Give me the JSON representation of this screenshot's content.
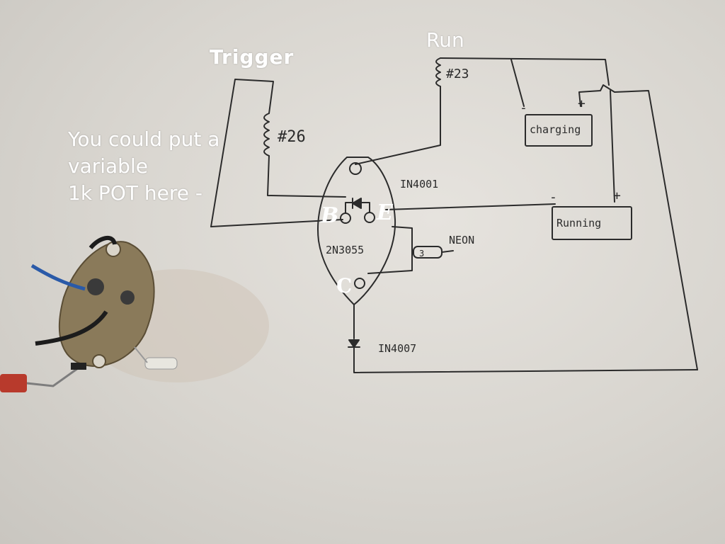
{
  "labels": {
    "trigger": "Trigger",
    "run": "Run",
    "note_lines": [
      "You could put a",
      "variable",
      "1k POT here -"
    ],
    "pin_b": "B",
    "pin_e": "E",
    "pin_c": "C"
  },
  "handwritten": {
    "coil_trigger": "#26",
    "coil_run": "#23",
    "diode_top": "IN4001",
    "transistor": "2N3055",
    "neon": "NEON",
    "neon_pin": "3",
    "diode_bottom": "IN4007",
    "battery_charging": "charging",
    "battery_running": "Running",
    "minus": "-",
    "plus": "+"
  },
  "colors": {
    "ink": "#2b2b2b",
    "overlay_text": "#ffffff",
    "paper": "#dcd9d3",
    "metal": "#8a7a5a",
    "wire_blue": "#2a5aa8",
    "wire_red": "#b83a2c"
  }
}
